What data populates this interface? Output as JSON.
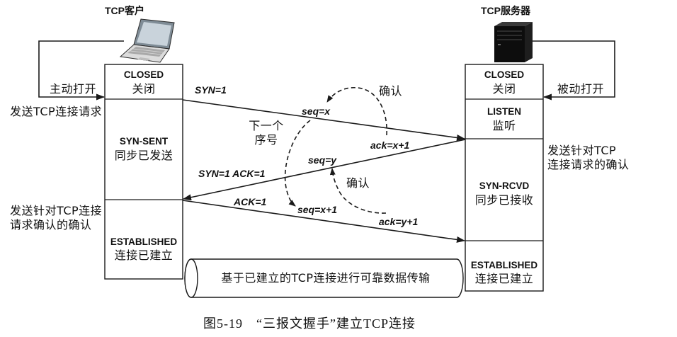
{
  "client": {
    "title": "TCP客户",
    "icon": "laptop-icon"
  },
  "server": {
    "title": "TCP服务器",
    "icon": "server-icon"
  },
  "client_states": [
    {
      "name": "CLOSED",
      "cn": "关闭"
    },
    {
      "name": "SYN-SENT",
      "cn": "同步已发送"
    },
    {
      "name": "ESTABLISHED",
      "cn": "连接已建立"
    }
  ],
  "server_states": [
    {
      "name": "CLOSED",
      "cn": "关闭"
    },
    {
      "name": "LISTEN",
      "cn": "监听"
    },
    {
      "name": "SYN-RCVD",
      "cn": "同步已接收"
    },
    {
      "name": "ESTABLISHED",
      "cn": "连接已建立"
    }
  ],
  "open": {
    "active": "主动打开",
    "passive": "被动打开"
  },
  "notes": {
    "client_request": "发送TCP连接请求",
    "server_ack": [
      "发送针对TCP",
      "连接请求的确认"
    ],
    "client_ack": [
      "发送针对TCP连接",
      "请求确认的确认"
    ],
    "next_seq": [
      "下一个",
      "序号"
    ],
    "confirm": [
      "确认",
      "确认"
    ]
  },
  "segments": [
    {
      "flags": "SYN=1",
      "seq": "seq=x"
    },
    {
      "flags": "SYN=1 ACK=1",
      "seq": "seq=y",
      "ack": "ack=x+1"
    },
    {
      "flags": "ACK=1",
      "seq": "seq=x+1",
      "ack": "ack=y+1"
    }
  ],
  "data_transfer": "基于已建立的TCP连接进行可靠数据传输",
  "caption": {
    "number": "图5-19",
    "title": "“三报文握手”建立TCP连接"
  },
  "colors": {
    "line": "#1a1a1a",
    "server_body": "#0d0d0d",
    "laptop_screen": "#c9d3db"
  }
}
